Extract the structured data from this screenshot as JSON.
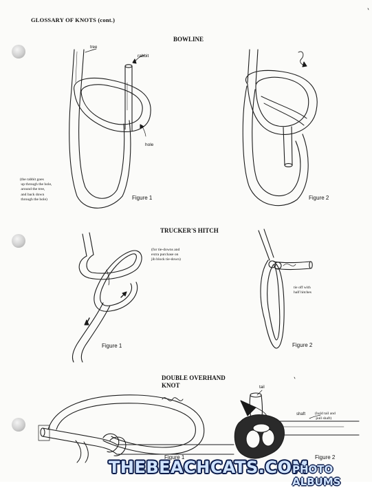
{
  "page": {
    "heading": "GLOSSARY OF KNOTS (cont.)"
  },
  "bowline": {
    "title": "BOWLINE",
    "labels": {
      "tree": "tree",
      "rabbit": "rabbit",
      "hole": "hole"
    },
    "note": "(the rabbit goes\n up through the hole,\n around the tree,\n and back down\n through the hole)",
    "figure1": "Figure 1",
    "figure2": "Figure 2"
  },
  "truckers_hitch": {
    "title": "TRUCKER'S HITCH",
    "note": "(for tie-downs and\nextra purchase on\njib block tie-down)",
    "tie_off": "tie off with\nhalf hitches",
    "figure1": "Figure 1",
    "figure2": "Figure 2"
  },
  "double_overhand": {
    "title_line1": "DOUBLE OVERHAND",
    "title_line2": "KNOT",
    "labels": {
      "tail": "tail",
      "shaft": "shaft"
    },
    "note": "(hold tail and\n pull shaft)",
    "figure1": "Figure 1",
    "figure2": "Figure 2"
  },
  "watermark": {
    "main": "THEBEACHCATS.COM",
    "sub": "PHOTO ALBUMS",
    "colors": {
      "fill": "#cfe3ff",
      "outline": "#0c1c4a"
    }
  }
}
